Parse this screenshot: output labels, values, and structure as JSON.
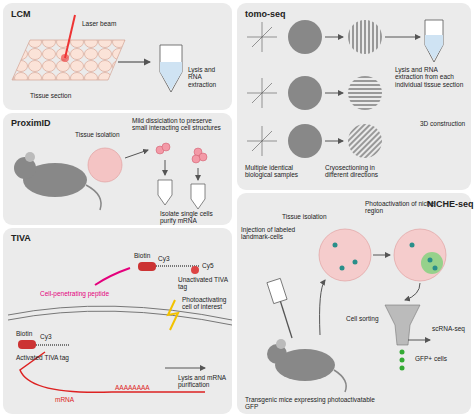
{
  "diagram": {
    "nodes": [
      {
        "text": [
          "LCM"
        ]
      },
      {
        "text": [
          "tomo-seq"
        ]
      },
      {
        "text": [
          "ProximID"
        ]
      },
      {
        "text": [
          "TIVA"
        ]
      },
      {
        "text": [
          "NICHE-seq"
        ]
      }
    ],
    "labels": [
      "Laser beam",
      "Tissue section",
      "Lysis and RNA extraction",
      "Multiple identical biological samples",
      "Cryosectioning in different directions",
      "Lysis and RNA extraction from each individual tissue section",
      "3D construction",
      "Tissue isolation",
      "Mild dissiciation to preserve small interacting cell structures",
      "Isolate single cells purify mRNA",
      "Biotin",
      "Cy3",
      "Cy5",
      "Unactivated TIVA tag",
      "Cell-penetrating peptide",
      "Photoactivating cell of interest",
      "Biotin",
      "Cy3",
      "Activated TIVA tag",
      "mRNA",
      "AAAAAAAA",
      "Lysis and mRNA purification",
      "Tissue isolation",
      "Photoactivation of niche region",
      "Injection of labeled landmark-cells",
      "Cell sorting",
      "scRNA-seq",
      "Transgenic mice expressing photoactivatable GFP",
      "GFP+ cells"
    ]
  }
}
